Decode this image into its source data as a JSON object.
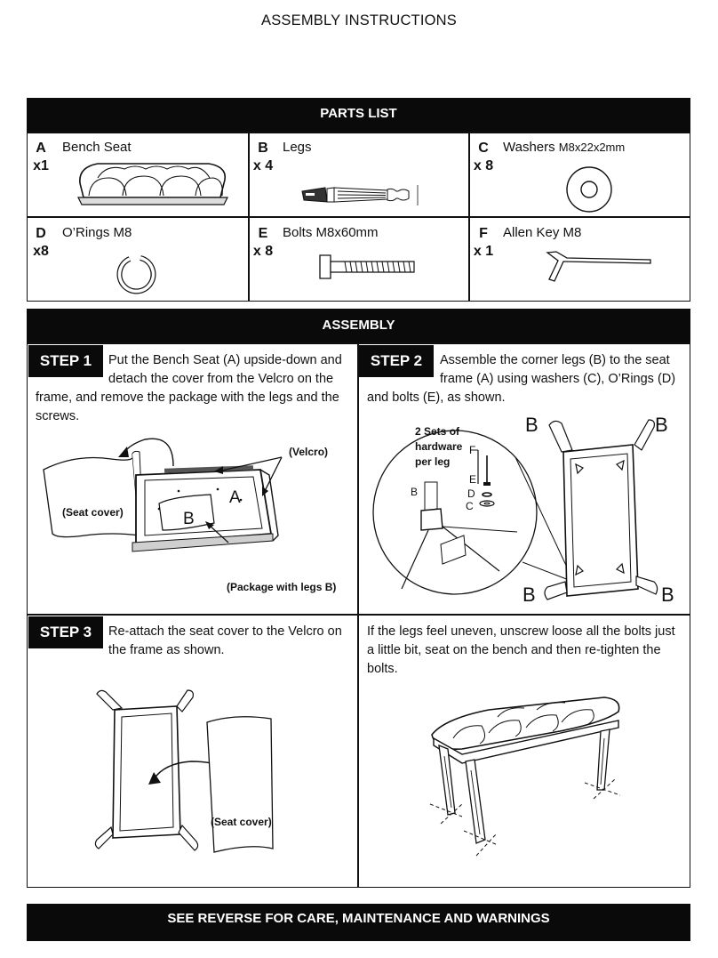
{
  "header": {
    "title": "ASSEMBLY INSTRUCTIONS"
  },
  "parts_list": {
    "heading": "PARTS LIST",
    "items": [
      {
        "letter": "A",
        "qty": "x1",
        "name": "Bench Seat",
        "spec": "",
        "icon": "bench-seat-icon"
      },
      {
        "letter": "B",
        "qty": "x 4",
        "name": "Legs",
        "spec": "",
        "icon": "leg-icon"
      },
      {
        "letter": "C",
        "qty": "x 8",
        "name": "Washers",
        "spec": "M8x22x2mm",
        "icon": "washer-icon"
      },
      {
        "letter": "D",
        "qty": "x8",
        "name": "O’Rings M8",
        "spec": "",
        "icon": "o-ring-icon"
      },
      {
        "letter": "E",
        "qty": "x 8",
        "name": "Bolts M8x60mm",
        "spec": "",
        "icon": "bolt-icon"
      },
      {
        "letter": "F",
        "qty": "x 1",
        "name": "Allen Key M8",
        "spec": "",
        "icon": "allen-key-icon"
      }
    ]
  },
  "assembly": {
    "heading": "ASSEMBLY",
    "step1": {
      "badge": "STEP 1",
      "line1": "Put the Bench Seat (A) upside-down and",
      "line2": "detach the cover from the Velcro on the",
      "line3": "frame, and remove the package with the legs and the",
      "line4": "screws.",
      "labels": {
        "velcro": "(Velcro)",
        "seat_cover": "(Seat cover)",
        "package": "(Package with legs B)",
        "a": "A",
        "b": "B"
      }
    },
    "step2": {
      "badge": "STEP 2",
      "line1": "Assemble the corner legs (B) to the seat",
      "line2": "frame (A) using washers (C), O’Rings (D)",
      "line3": "and bolts (E), as shown.",
      "labels": {
        "sets1": "2 Sets of",
        "sets2": "hardware",
        "sets3": "per leg",
        "f": "F",
        "e": "E",
        "d": "D",
        "c": "C",
        "b_small": "B",
        "b": "B"
      }
    },
    "step3": {
      "badge": "STEP 3",
      "line1": "Re-attach the seat cover to the Velcro on",
      "line2": "the frame as shown.",
      "labels": {
        "seat_cover": "(Seat cover)"
      }
    },
    "tip": {
      "line1": "If the legs feel uneven, unscrew loose all the bolts just",
      "line2": "a little bit, seat on the bench and then re-tighten the",
      "line3": "bolts."
    }
  },
  "footer": {
    "text": "SEE REVERSE FOR CARE, MAINTENANCE AND WARNINGS"
  }
}
